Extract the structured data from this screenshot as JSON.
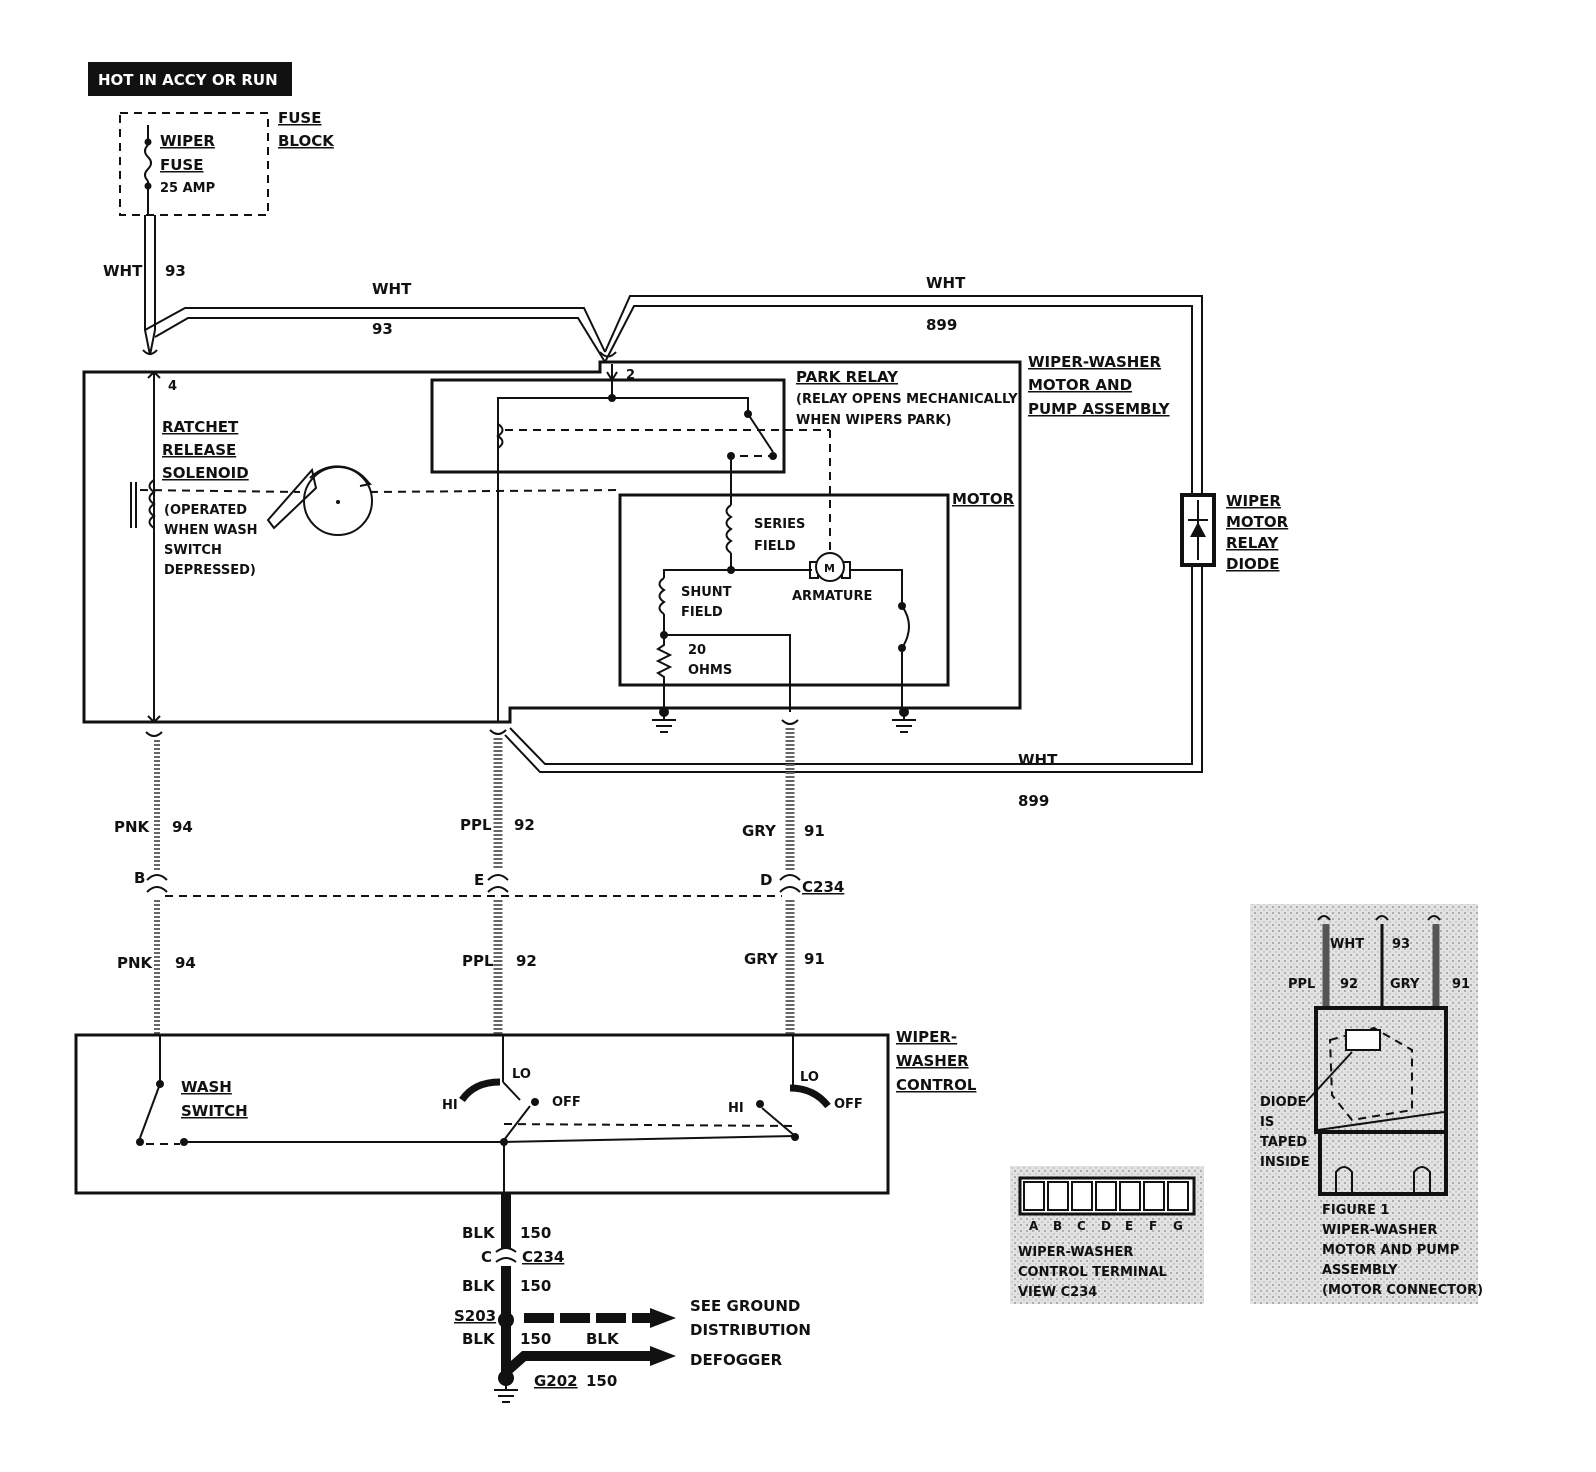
{
  "header": {
    "power_label": "HOT IN ACCY OR RUN"
  },
  "fuse_block": {
    "title_1": "FUSE",
    "title_2": "BLOCK",
    "fuse_1": "WIPER",
    "fuse_2": "FUSE",
    "rating": "25 AMP"
  },
  "wires": {
    "wht": "WHT",
    "c93": "93",
    "c899": "899",
    "pnk": "PNK",
    "c94": "94",
    "ppl": "PPL",
    "c92": "92",
    "gry": "GRY",
    "c91": "91",
    "blk": "BLK",
    "c150": "150"
  },
  "motor_assembly": {
    "title_1": "WIPER-WASHER",
    "title_2": "MOTOR AND",
    "title_3": "PUMP ASSEMBLY",
    "pin_4": "4",
    "pin_2": "2",
    "park_relay": "PARK RELAY",
    "park_note_1": "(RELAY OPENS MECHANICALLY",
    "park_note_2": "WHEN WIPERS PARK)",
    "ratchet_1": "RATCHET",
    "ratchet_2": "RELEASE",
    "ratchet_3": "SOLENOID",
    "ratchet_note_1": "(OPERATED",
    "ratchet_note_2": "WHEN WASH",
    "ratchet_note_3": "SWITCH",
    "ratchet_note_4": "DEPRESSED)",
    "motor": "MOTOR",
    "series_1": "SERIES",
    "series_2": "FIELD",
    "shunt_1": "SHUNT",
    "shunt_2": "FIELD",
    "resistor_1": "20",
    "resistor_2": "OHMS",
    "armature": "ARMATURE",
    "armature_symbol": "M"
  },
  "diode": {
    "line_1": "WIPER",
    "line_2": "MOTOR",
    "line_3": "RELAY",
    "line_4": "DIODE"
  },
  "connector": {
    "name": "C234",
    "pin_b": "B",
    "pin_e": "E",
    "pin_d": "D",
    "pin_c": "C"
  },
  "control": {
    "title_1": "WIPER-",
    "title_2": "WASHER",
    "title_3": "CONTROL",
    "wash_1": "WASH",
    "wash_2": "SWITCH",
    "hi": "HI",
    "lo": "LO",
    "off": "OFF"
  },
  "ground": {
    "splice": "S203",
    "ground_point": "G202",
    "see_1": "SEE GROUND",
    "see_2": "DISTRIBUTION",
    "defogger": "DEFOGGER"
  },
  "terminal_view": {
    "pins": [
      "A",
      "B",
      "C",
      "D",
      "E",
      "F",
      "G"
    ],
    "caption_1": "WIPER-WASHER",
    "caption_2": "CONTROL TERMINAL",
    "caption_3": "VIEW C234"
  },
  "figure": {
    "caption_1": "FIGURE 1",
    "caption_2": "WIPER-WASHER",
    "caption_3": "MOTOR AND PUMP",
    "caption_4": "ASSEMBLY",
    "caption_5": "(MOTOR CONNECTOR)",
    "diode_1": "DIODE",
    "diode_2": "IS",
    "diode_3": "TAPED",
    "diode_4": "INSIDE",
    "wht": "WHT",
    "c93": "93",
    "ppl": "PPL",
    "c92": "92",
    "gry": "GRY",
    "c91": "91"
  }
}
